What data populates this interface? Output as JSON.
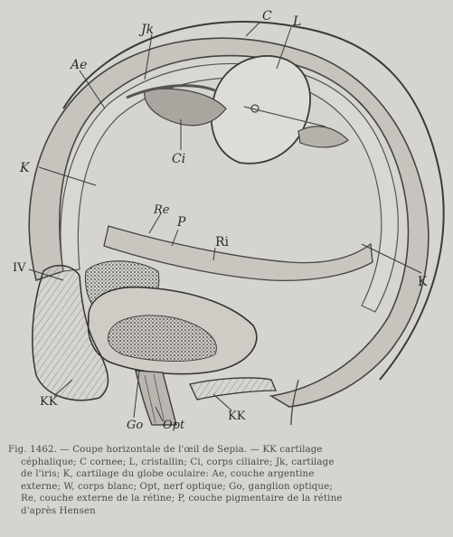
{
  "figure": {
    "labels": {
      "C": "C",
      "L": "L",
      "Jk": "Jk",
      "Ae": "Ae",
      "Ci": "Ci",
      "K_left": "K",
      "K_right": "K",
      "Re": "Re",
      "P": "P",
      "Ri": "Ri",
      "IV": "IV",
      "KK_left": "KK",
      "KK_right": "KK",
      "Go": "Go",
      "Opt": "Opt"
    }
  },
  "caption": {
    "lines": [
      "Fig. 1462. — Coupe horizontale de l'œil de Sepia. — KK cartilage",
      "céphalique; C cornee; L, cristallin; Ci, corps ciliaire; Jk, cartilage",
      "de l'iris; K, cartilage du globe oculaire: Ae, couche argentine",
      "externe; W, corps blanc; Opt, nerf optique; Go, ganglion optique;",
      "Re, couche externe de la rétine; P, couche pigmentaire de la rétine",
      "d'après Hensen"
    ]
  }
}
